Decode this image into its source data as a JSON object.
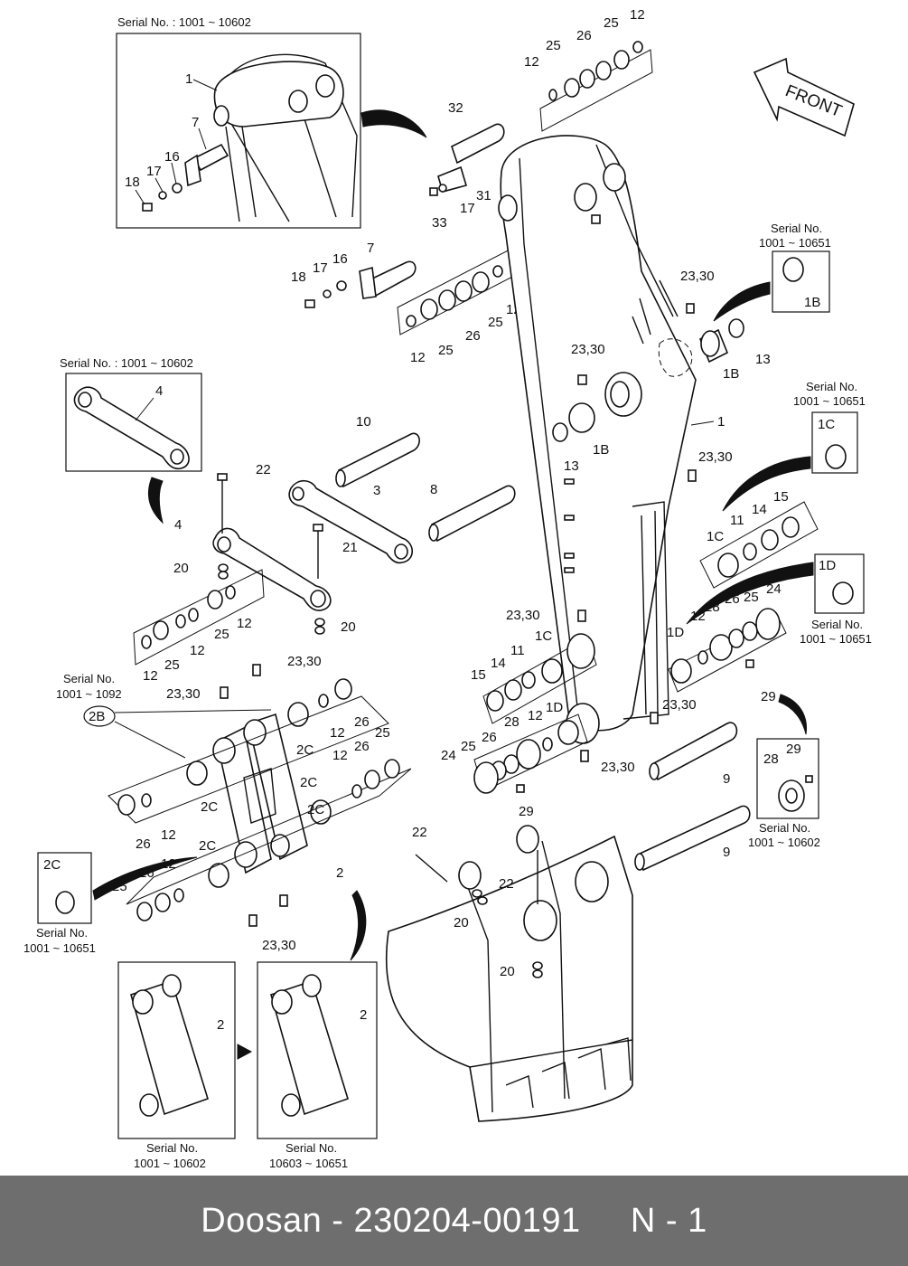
{
  "front_label": "FRONT",
  "serials": {
    "top_left": "Serial No. : 1001 ~ 10602",
    "mid_left": "Serial No. : 1001 ~ 10602",
    "s1b_line1": "Serial No.",
    "s1b_line2": "1001 ~ 10651",
    "s1c_line1": "Serial No.",
    "s1c_line2": "1001 ~ 10651",
    "s1d_line1": "Serial No.",
    "s1d_line2": "1001 ~ 10651",
    "s2b_line1": "Serial No.",
    "s2b_line2": "1001 ~ 1092",
    "s2c_line1": "Serial No.",
    "s2c_line2": "1001 ~ 10651",
    "s28_line1": "Serial No.",
    "s28_line2": "1001 ~ 10602",
    "link_a_line1": "Serial No.",
    "link_a_line2": "1001 ~ 10602",
    "link_b_line1": "Serial No.",
    "link_b_line2": "10603 ~ 10651"
  },
  "labels": {
    "l1a": "1",
    "l7a": "7",
    "l16a": "16",
    "l17a": "17",
    "l18a": "18",
    "l12a": "12",
    "l25a": "25",
    "l26a": "26",
    "l25b": "25",
    "l12b": "12",
    "l32": "32",
    "l31": "31",
    "l17b": "17",
    "l33": "33",
    "l18b": "18",
    "l17c": "17",
    "l16b": "16",
    "l7b": "7",
    "l12c": "12",
    "l25c": "25",
    "l26b": "26",
    "l25d": "25",
    "l12d": "12",
    "l2330a": "23,30",
    "l13a": "13",
    "l1ba": "1B",
    "l1bb": "1B",
    "l2330b": "23,30",
    "l1bc": "1B",
    "l13b": "13",
    "l1b": "1",
    "l4a": "4",
    "l10": "10",
    "l22a": "22",
    "l3": "3",
    "l8": "8",
    "l4b": "4",
    "l21": "21",
    "l20a": "20",
    "l20b": "20",
    "l12e": "12",
    "l25e": "25",
    "l12f": "12",
    "l25f": "25",
    "l12g": "12",
    "l1ca": "1C",
    "l2330c": "23,30",
    "l1cb": "1C",
    "l11a": "11",
    "l14a": "14",
    "l15a": "15",
    "l1da": "1D",
    "l2330d": "23,30",
    "l1c2": "1C",
    "l14b": "14",
    "l11b": "11",
    "l15b": "15",
    "l1db": "1D",
    "l12h": "12",
    "l28a": "28",
    "l26c": "26",
    "l25g": "25",
    "l24a": "24",
    "l29a": "29",
    "l2330e": "23,30",
    "l2330f": "23,30",
    "l2b": "2B",
    "l12i": "12",
    "l26d": "26",
    "l2ca": "2C",
    "l12j": "12",
    "l26e": "26",
    "l25h": "25",
    "l2cb": "2C",
    "l2cc": "2C",
    "l26f": "26",
    "l12k": "12",
    "l2cd": "2C",
    "l2ce": "2C",
    "l2cf": "2C",
    "l12l": "12",
    "l26g": "26",
    "l25i": "25",
    "l2a": "2",
    "l2330g": "23,30",
    "l1dc": "1D",
    "l12m": "12",
    "l28b": "28",
    "l26h": "26",
    "l25j": "25",
    "l24b": "24",
    "l29b": "29",
    "l2330h": "23,30",
    "l9a": "9",
    "l9b": "9",
    "l28c": "28",
    "l29c": "29",
    "l22b": "22",
    "l22c": "22",
    "l20c": "20",
    "l20d": "20",
    "l2b1": "2",
    "l2b2": "2"
  },
  "footer": {
    "text": "Doosan - 230204-00191     N - 1"
  }
}
